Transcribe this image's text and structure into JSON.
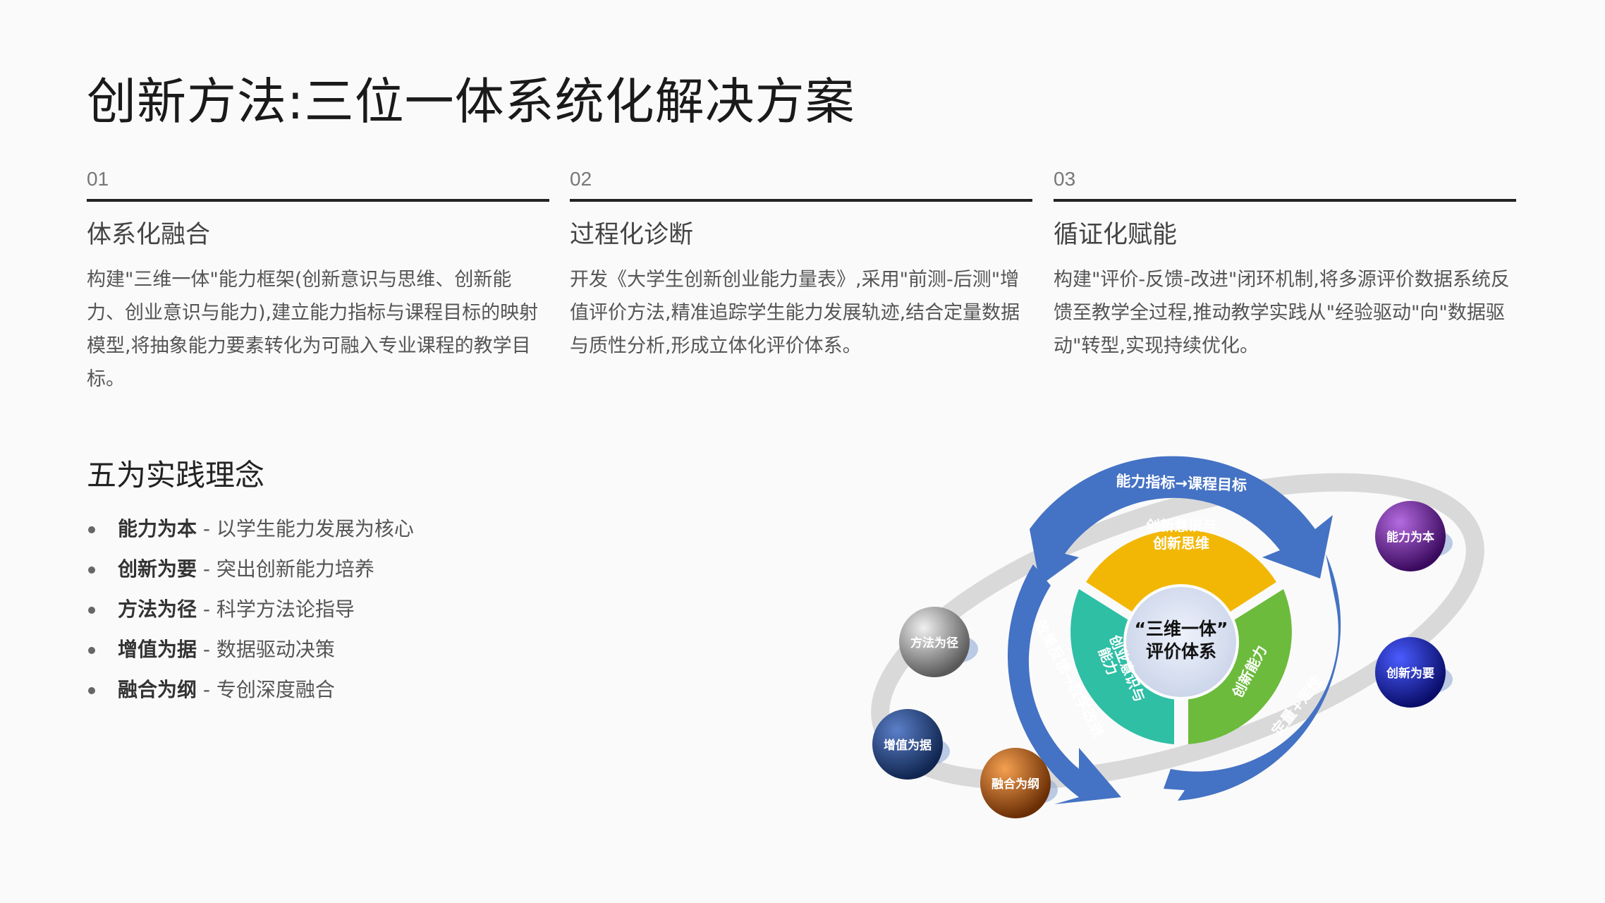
{
  "title": "创新方法:三位一体系统化解决方案",
  "columns": [
    {
      "num": "01",
      "heading": "体系化融合",
      "body": "构建\"三维一体\"能力框架(创新意识与思维、创新能力、创业意识与能力),建立能力指标与课程目标的映射模型,将抽象能力要素转化为可融入专业课程的教学目标。"
    },
    {
      "num": "02",
      "heading": "过程化诊断",
      "body": "开发《大学生创新创业能力量表》,采用\"前测-后测\"增值评价方法,精准追踪学生能力发展轨迹,结合定量数据与质性分析,形成立体化评价体系。"
    },
    {
      "num": "03",
      "heading": "循证化赋能",
      "body": "构建\"评价-反馈-改进\"闭环机制,将多源评价数据系统反馈至教学全过程,推动教学实践从\"经验驱动\"向\"数据驱动\"转型,实现持续优化。"
    }
  ],
  "practice": {
    "heading": "五为实践理念",
    "items": [
      {
        "term": "能力为本",
        "desc": " - 以学生能力发展为核心"
      },
      {
        "term": "创新为要",
        "desc": " - 突出创新能力培养"
      },
      {
        "term": "方法为径",
        "desc": " - 科学方法论指导"
      },
      {
        "term": "增值为据",
        "desc": " - 数据驱动决策"
      },
      {
        "term": "融合为纲",
        "desc": " - 专创深度融合"
      }
    ]
  },
  "diagram": {
    "center_line1": "“三维一体”",
    "center_line2": "评价体系",
    "outer_top": "能力指标→课程目标",
    "outer_left": "效果反馈→教学改进",
    "outer_right": "定量+定性",
    "inner_top_1": "创新意识与",
    "inner_top_2": "创新思维",
    "inner_left_1": "创业意识与",
    "inner_left_2": "能力",
    "inner_right": "创新能力",
    "balls": [
      "能力为本",
      "创新为要",
      "方法为径",
      "增值为据",
      "融合为纲"
    ],
    "colors": {
      "blue": "#4472c4",
      "yellow": "#f2b705",
      "teal": "#2ebfa5",
      "green": "#6cbb3c"
    }
  }
}
